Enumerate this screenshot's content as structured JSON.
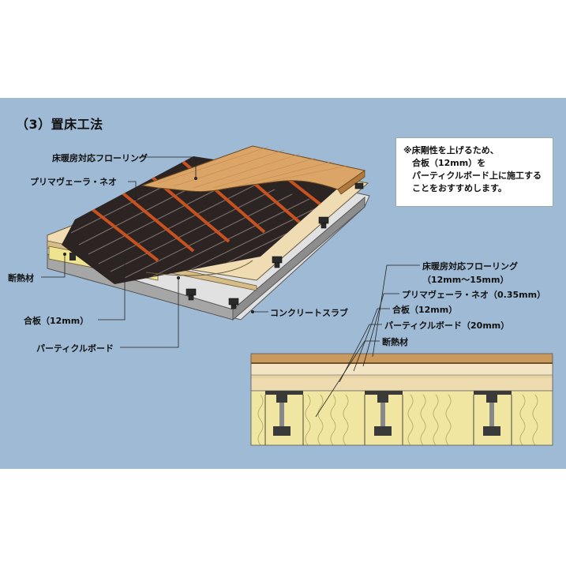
{
  "title": "（3）置床工法",
  "main_labels": {
    "flooring": "床暖房対応フローリング",
    "primavera": "プリマヴェーラ・ネオ",
    "insulation": "断熱材",
    "plywood": "合板（12mm）",
    "particle_board": "パーティクルボード",
    "concrete_slab": "コンクリートスラブ"
  },
  "note": {
    "lines": [
      "※床剛性を上げるため、",
      "　合板（12mm）を",
      "　パーティクルボード上に施工する",
      "　ことをおすすめします。"
    ]
  },
  "detail_labels": {
    "flooring": "床暖房対応フローリング",
    "flooring_thickness": "（12mm～15mm）",
    "primavera": "プリマヴェーラ・ネオ（0.35mm）",
    "plywood": "合板（12mm）",
    "particle_board": "パーティクルボード（20mm）",
    "insulation": "断熱材"
  },
  "colors": {
    "background_panel": "#9fbad4",
    "flooring_wood": "#dba567",
    "plywood": "#f0dfb9",
    "insulation": "#f1e6a1",
    "slab": "#d9d9d9",
    "heater_stripe": "#c8521f",
    "heater_dark": "#2b2422"
  }
}
